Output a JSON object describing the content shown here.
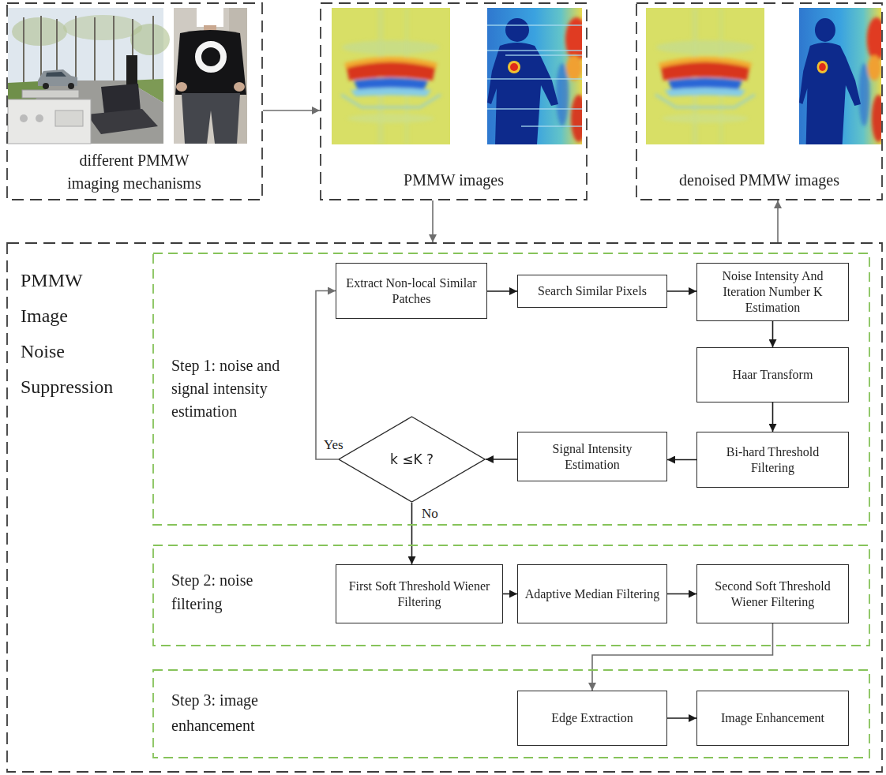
{
  "diagram": {
    "nodes": [
      {
        "text": [
          "different PMMW imaging mechanisms"
        ]
      },
      {
        "text": [
          "PMMW images"
        ]
      },
      {
        "text": [
          "denoised PMMW images"
        ]
      },
      {
        "text": [
          "PMMW Image Noise Suppression"
        ]
      },
      {
        "text": [
          "Step 1: noise and signal intensity estimation"
        ],
        "in": 3
      },
      {
        "text": [
          "Extract Non-local Similar Patches"
        ],
        "in": 4
      },
      {
        "text": [
          "Search Similar Pixels"
        ],
        "in": 4
      },
      {
        "text": [
          "Noise Intensity And Iteration Number K Estimation"
        ],
        "in": 4
      },
      {
        "text": [
          "Haar Transform"
        ],
        "in": 4
      },
      {
        "text": [
          "Bi-hard Threshold Filtering"
        ],
        "in": 4
      },
      {
        "text": [
          "Signal Intensity Estimation"
        ],
        "in": 4
      },
      {
        "text": [
          "k ≤K ?"
        ],
        "in": 4
      },
      {
        "text": [
          "Step 2: noise filtering"
        ],
        "in": 3
      },
      {
        "text": [
          "First Soft Threshold Wiener Filtering"
        ],
        "in": 12
      },
      {
        "text": [
          "Adaptive Median Filtering"
        ],
        "in": 12
      },
      {
        "text": [
          "Second Soft Threshold Wiener Filtering"
        ],
        "in": 12
      },
      {
        "text": [
          "Step 3: image enhancement"
        ],
        "in": 3
      },
      {
        "text": [
          "Edge Extraction"
        ],
        "in": 16
      },
      {
        "text": [
          "Image Enhancement"
        ],
        "in": 16
      }
    ],
    "edges": [
      {
        "from": 0,
        "to": 1,
        "arrow": "to"
      },
      {
        "from": 1,
        "to": 3,
        "arrow": "to"
      },
      {
        "from": 3,
        "to": 2,
        "arrow": "to"
      },
      {
        "from": 5,
        "to": 6,
        "arrow": "to"
      },
      {
        "from": 6,
        "to": 7,
        "arrow": "to"
      },
      {
        "from": 7,
        "to": 8,
        "arrow": "to"
      },
      {
        "from": 8,
        "to": 9,
        "arrow": "to"
      },
      {
        "from": 9,
        "to": 10,
        "arrow": "to"
      },
      {
        "from": 10,
        "to": 11,
        "arrow": "to"
      },
      {
        "from": 11,
        "to": 5,
        "label": "Yes",
        "arrow": "to"
      },
      {
        "from": 11,
        "to": 13,
        "label": "No",
        "arrow": "to"
      },
      {
        "from": 13,
        "to": 14,
        "arrow": "to"
      },
      {
        "from": 14,
        "to": 15,
        "arrow": "to"
      },
      {
        "from": 15,
        "to": 17,
        "arrow": "to"
      },
      {
        "from": 17,
        "to": 18,
        "arrow": "to"
      }
    ]
  }
}
